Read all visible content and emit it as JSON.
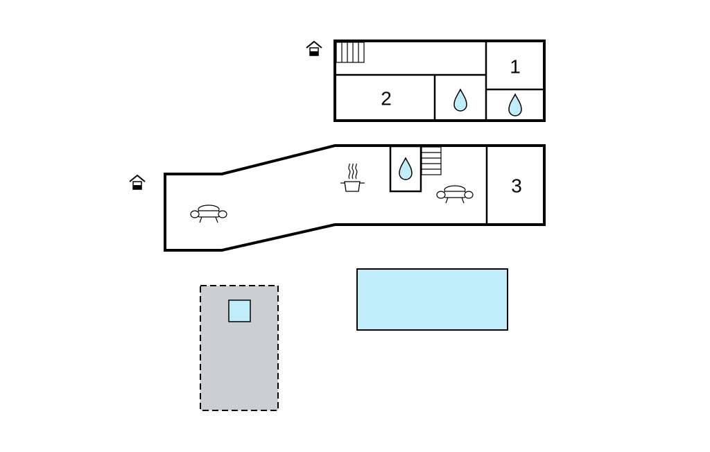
{
  "rooms": [
    {
      "id": "room-1",
      "label": "1"
    },
    {
      "id": "room-2",
      "label": "2"
    },
    {
      "id": "room-3",
      "label": "3"
    }
  ],
  "icons": [
    "entrance-icon",
    "stairs-icon",
    "water-drop-icon",
    "sofa-icon",
    "cooking-pot-icon"
  ],
  "colors": {
    "wall": "#000000",
    "water": "#bfeefa",
    "terrace": "#cbcfd1",
    "background": "#ffffff"
  }
}
